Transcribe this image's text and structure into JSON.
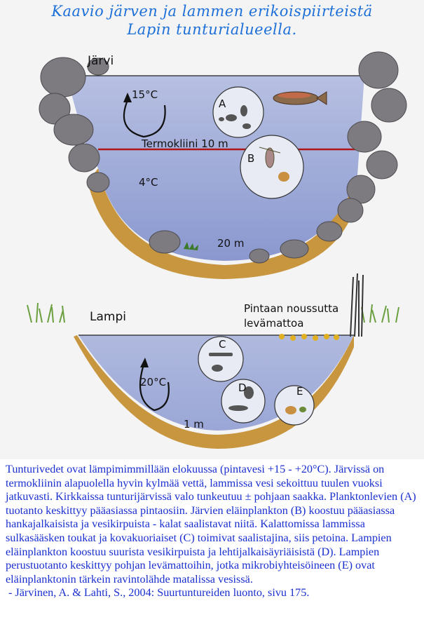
{
  "title": {
    "line1": "Kaavio järven ja lammen erikoispiirteistä",
    "line2": "Lapin tunturialueella."
  },
  "lake": {
    "name": "Järvi",
    "surface_temp": "15°C",
    "thermocline": "Termokliini 10 m",
    "deep_temp": "4°C",
    "depth": "20 m",
    "circle_a": "A",
    "circle_b": "B"
  },
  "pond": {
    "name": "Lampi",
    "algae_line1": "Pintaan noussutta",
    "algae_line2": "levämattoa",
    "temp": "20°C",
    "depth": "1 m",
    "circle_c": "C",
    "circle_d": "D",
    "circle_e": "E"
  },
  "colors": {
    "water": "#a7b3db",
    "water_deep": "#8e9cd2",
    "sediment": "#c8963e",
    "thermocline": "#b01818",
    "text_blue": "#1a2fd0",
    "title_blue": "#1d6fd8"
  },
  "description": {
    "paragraph": "Tunturivedet ovat lämpimimmillään elokuussa (pintavesi +15 - +20°C). Järvissä on termokliinin alapuolella hyvin kylmää vettä, lammissa vesi sekoittuu tuulen vuoksi jatkuvasti. Kirkkaissa tunturijärvissä valo tunkeutuu ± pohjaan saakka. Planktonlevien (A) tuotanto keskittyy pääasiassa pintaosiin. Järvien eläinplankton (B) koostuu pääasiassa hankajalkaisista ja vesikirpuista - kalat saalistavat niitä. Kalattomissa lammissa sulkasääsken toukat ja kovakuoriaiset (C) toimivat saalistajina, siis petoina. Lampien eläinplankton koostuu suurista vesikirpuista ja lehtijalkaisäyriäisistä (D). Lampien perustuotanto keskittyy pohjan levämattoihin, jotka mikrobiyhteisöineen (E) ovat eläinplanktonin tärkein ravintolähde matalissa vesissä.",
    "citation": "- Järvinen, A. & Lahti, S., 2004: Suurtuntureiden luonto, sivu 175."
  }
}
